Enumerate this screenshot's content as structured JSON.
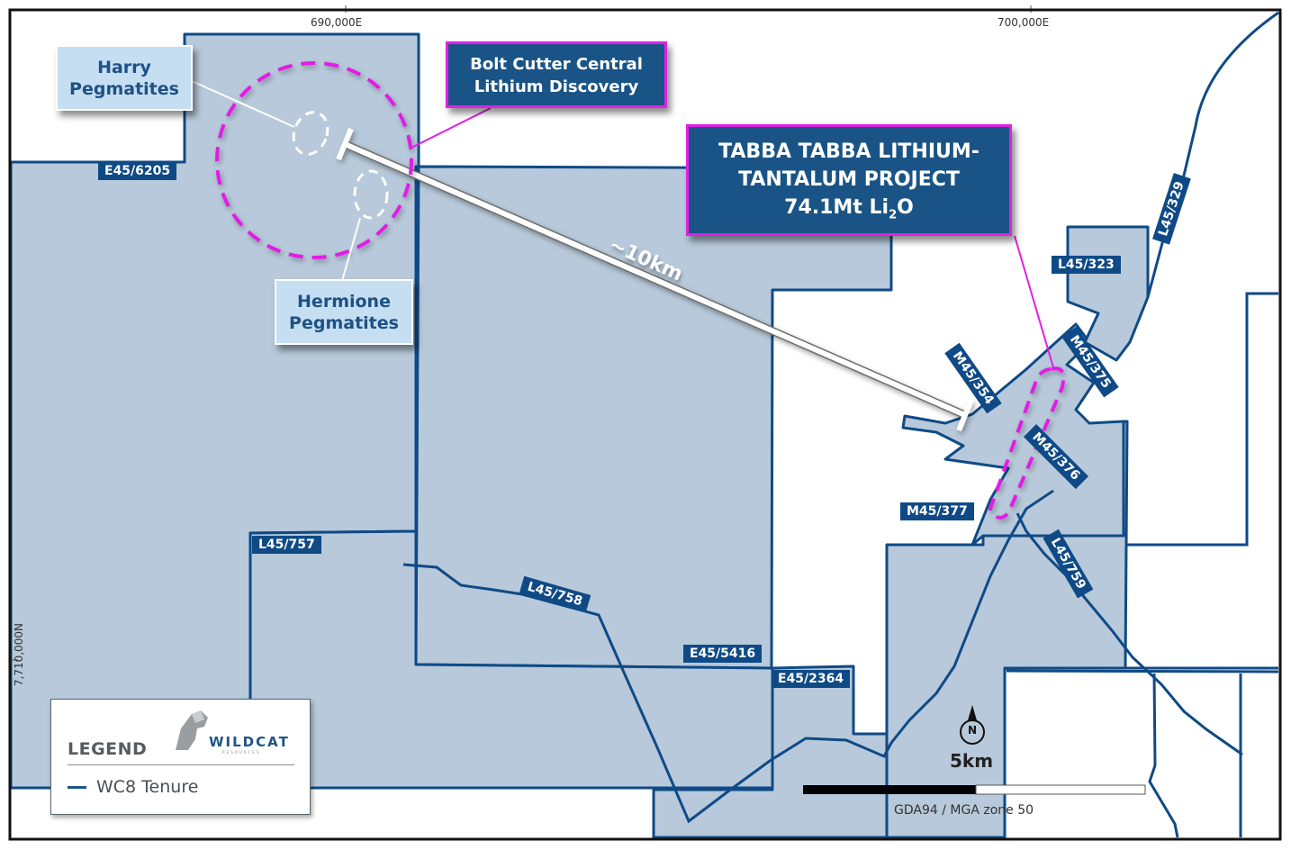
{
  "map": {
    "grid_labels": {
      "easting_1": "690,000E",
      "easting_2": "700,000E",
      "northing_1": "7,710,000N"
    },
    "callouts": {
      "harry": "Harry Pegmatites",
      "harry_line1": "Harry",
      "harry_line2": "Pegmatites",
      "hermione_line1": "Hermione",
      "hermione_line2": "Pegmatites",
      "bolt_line1": "Bolt Cutter Central",
      "bolt_line2": "Lithium Discovery",
      "tabba_line1": "TABBA TABBA LITHIUM-",
      "tabba_line2": "TANTALUM PROJECT",
      "tabba_line3_prefix": "74.1Mt Li",
      "tabba_line3_sub": "2",
      "tabba_line3_suffix": "O"
    },
    "distance_label": "~10km",
    "tenements": [
      {
        "id": "E45/6205"
      },
      {
        "id": "L45/757"
      },
      {
        "id": "L45/758"
      },
      {
        "id": "E45/5416"
      },
      {
        "id": "E45/2364"
      },
      {
        "id": "L45/329"
      },
      {
        "id": "L45/323"
      },
      {
        "id": "M45/375"
      },
      {
        "id": "M45/354"
      },
      {
        "id": "M45/376"
      },
      {
        "id": "M45/377"
      },
      {
        "id": "L45/759"
      }
    ],
    "legend": {
      "title": "LEGEND",
      "logo_text": "WILDCAT",
      "logo_sub": "RESOURCES",
      "items": [
        {
          "label": "WC8 Tenure"
        }
      ]
    },
    "scale": {
      "label": "5km",
      "north_label": "N",
      "datum": "GDA94 / MGA zone 50"
    },
    "colors": {
      "tenure_fill": "#b7c9da",
      "tenure_line": "#0f4a86",
      "highlight": "#e21fe6",
      "label_bg": "#0f4a86",
      "callout_light": "#c5def2"
    }
  }
}
